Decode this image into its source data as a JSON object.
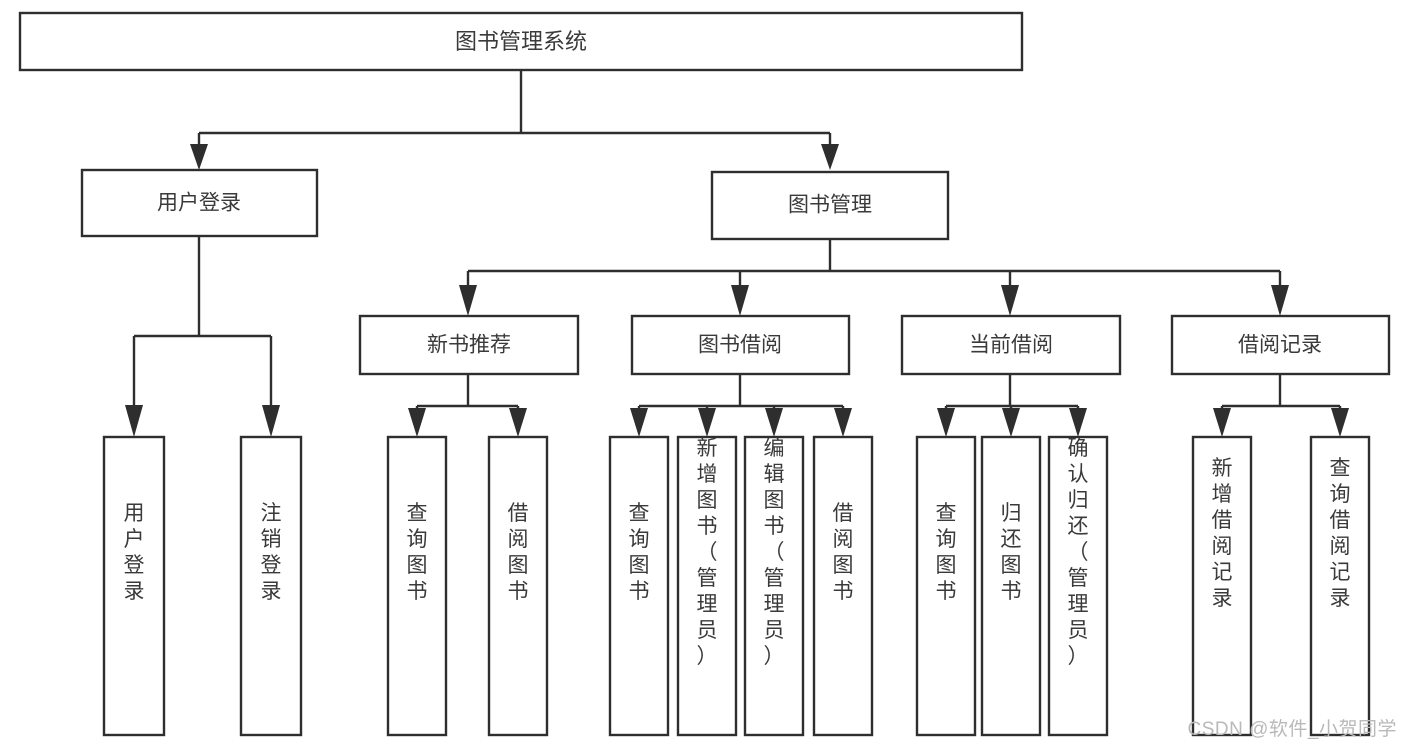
{
  "diagram": {
    "type": "tree-hierarchy-chart",
    "title_node": {
      "label": "图书管理系统"
    },
    "level1": [
      {
        "id": "user-login",
        "label": "用户登录"
      },
      {
        "id": "book-management",
        "label": "图书管理"
      }
    ],
    "level2": [
      {
        "id": "new-book-recommend",
        "label": "新书推荐",
        "parent": "book-management"
      },
      {
        "id": "book-borrow",
        "label": "图书借阅",
        "parent": "book-management"
      },
      {
        "id": "current-borrow",
        "label": "当前借阅",
        "parent": "book-management"
      },
      {
        "id": "borrow-record",
        "label": "借阅记录",
        "parent": "book-management"
      }
    ],
    "leaves": {
      "user_login": [
        {
          "id": "leaf-user-login",
          "label": "用户登录"
        },
        {
          "id": "leaf-user-logout",
          "label": "注销登录"
        }
      ],
      "new_book_recommend": [
        {
          "id": "leaf-query-book-1",
          "label": "查询图书"
        },
        {
          "id": "leaf-borrow-book-1",
          "label": "借阅图书"
        }
      ],
      "book_borrow": [
        {
          "id": "leaf-query-book-2",
          "label": "查询图书"
        },
        {
          "id": "leaf-add-book",
          "label": "新增图书（管理员）"
        },
        {
          "id": "leaf-edit-book",
          "label": "编辑图书（管理员）"
        },
        {
          "id": "leaf-borrow-book-2",
          "label": "借阅图书"
        }
      ],
      "current_borrow": [
        {
          "id": "leaf-query-book-3",
          "label": "查询图书"
        },
        {
          "id": "leaf-return-book",
          "label": "归还图书"
        },
        {
          "id": "leaf-confirm-return",
          "label": "确认归还（管理员）"
        }
      ],
      "borrow_record": [
        {
          "id": "leaf-add-record",
          "label": "新增借阅记录"
        },
        {
          "id": "leaf-query-record",
          "label": "查询借阅记录"
        }
      ]
    },
    "colors": {
      "stroke": "#2e2e2e",
      "box_fill": "#ffffff",
      "text": "#3a3a3a",
      "background": "#ffffff",
      "watermark": "#b9b9b9"
    }
  },
  "watermark": {
    "text": "CSDN @软件_小贺同学"
  }
}
